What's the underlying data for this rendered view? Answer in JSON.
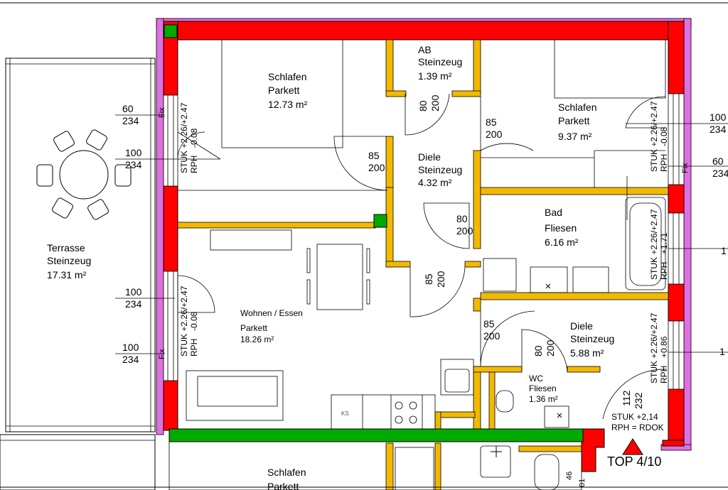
{
  "rooms": {
    "schlafen1": {
      "name": "Schlafen",
      "floor": "Parkett",
      "area": "12.73 m²"
    },
    "ab": {
      "name": "AB",
      "floor": "Steinzeug",
      "area": "1.39 m²"
    },
    "schlafen2": {
      "name": "Schlafen",
      "floor": "Parkett",
      "area": "9.37 m²"
    },
    "diele1": {
      "name": "Diele",
      "floor": "Steinzeug",
      "area": "4.32 m²"
    },
    "bad": {
      "name": "Bad",
      "floor": "Fliesen",
      "area": "6.16 m²"
    },
    "wohnen": {
      "name": "Wohnen / Essen",
      "floor": "Parkett",
      "area": "18.26 m²"
    },
    "diele2": {
      "name": "Diele",
      "floor": "Steinzeug",
      "area": "5.88 m²"
    },
    "wc": {
      "name": "WC",
      "floor": "Fliesen",
      "area": "1.36 m²"
    },
    "terrasse": {
      "name": "Terrasse",
      "floor": "Steinzeug",
      "area": "17.31 m²"
    },
    "schlafen3": {
      "name": "Schlafen",
      "floor": "Parkett"
    }
  },
  "doors": [
    {
      "w": "85",
      "h": "200"
    },
    {
      "w": "80",
      "h": "200"
    },
    {
      "w": "85",
      "h": "200"
    },
    {
      "w": "80",
      "h": "200"
    },
    {
      "w": "85",
      "h": "200"
    },
    {
      "w": "85",
      "h": "200"
    },
    {
      "w": "80",
      "h": "200"
    },
    {
      "w": "112",
      "h": "232"
    }
  ],
  "windows": [
    {
      "w": "60",
      "h": "234"
    },
    {
      "w": "100",
      "h": "234"
    },
    {
      "w": "100",
      "h": "234"
    },
    {
      "w": "100",
      "h": "234"
    },
    {
      "w": "100",
      "h": "234"
    },
    {
      "w": "60",
      "h": "234"
    },
    {
      "w": "1",
      "h": ""
    },
    {
      "w": "1",
      "h": ""
    }
  ],
  "heights": {
    "stuk_1": "STUK +2.26/+2.47",
    "rph_1": "RPH",
    "rph_val_1": "-0.08",
    "stuk_2": "STUK +2.26/+2.47",
    "rph_2": "RPH",
    "rph_val_2": "-0.08",
    "stuk_3": "STUK +2.26/+2.47",
    "rph_3": "RPH",
    "rph_val_3": "-0.08",
    "stuk_4": "STUK +2.26/+2.47",
    "rph_4": "RPH",
    "rph_val_4": "+1.71",
    "stuk_5": "STUK +2.26/+2.47",
    "rph_5": "RPH",
    "rph_val_5": "+0.86",
    "entrance_stuk": "STUK +2,14",
    "entrance_rph": "RPH = RDOK"
  },
  "fix_labels": [
    "Fix",
    "Fix",
    "Fix"
  ],
  "appliance_ks": "KS",
  "unit_label": "TOP 4/10",
  "edge_labels": [
    "46",
    "01"
  ],
  "colors": {
    "wall_red": "#ff0000",
    "wall_yellow": "#f2b900",
    "wall_green": "#00aa00",
    "facade_violet": "#e070e0",
    "line": "#000000"
  }
}
